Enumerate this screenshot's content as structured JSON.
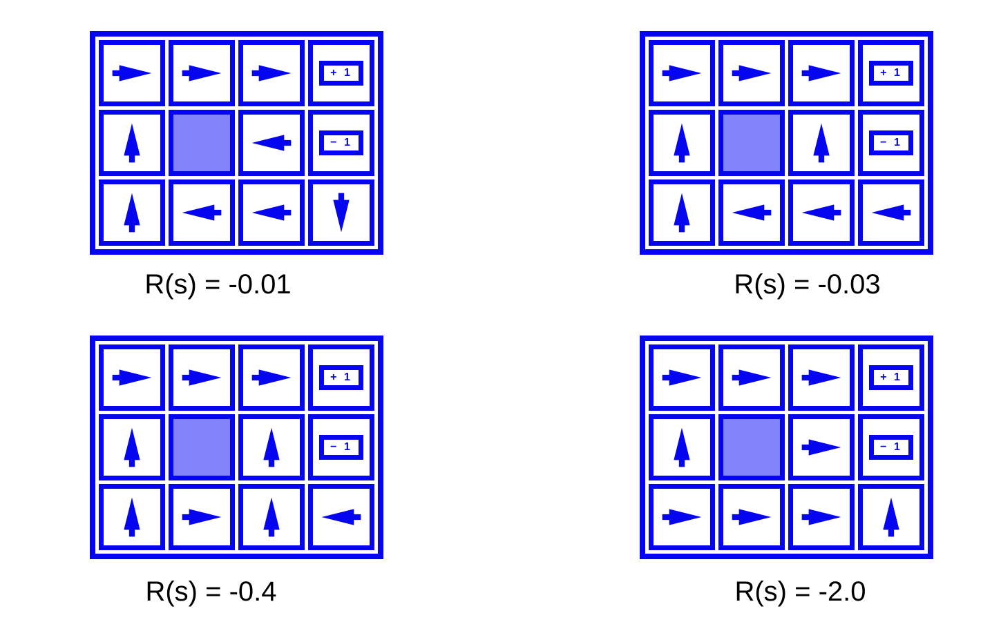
{
  "colors": {
    "blue": "#0505f0",
    "blocked_fill": "#8282fa",
    "label_text": "#000000",
    "background": "#ffffff"
  },
  "terminal": {
    "plus_label": "+ 1",
    "minus_label": "− 1"
  },
  "grids": [
    {
      "label": "R(s) = -0.01",
      "cells": [
        [
          "right",
          "right",
          "right",
          "+1"
        ],
        [
          "up",
          "blocked",
          "left",
          "-1"
        ],
        [
          "up",
          "left",
          "left",
          "down"
        ]
      ]
    },
    {
      "label": "R(s) = -0.03",
      "cells": [
        [
          "right",
          "right",
          "right",
          "+1"
        ],
        [
          "up",
          "blocked",
          "up",
          "-1"
        ],
        [
          "up",
          "left",
          "left",
          "left"
        ]
      ]
    },
    {
      "label": "R(s) = -0.4",
      "cells": [
        [
          "right",
          "right",
          "right",
          "+1"
        ],
        [
          "up",
          "blocked",
          "up",
          "-1"
        ],
        [
          "up",
          "right",
          "up",
          "left"
        ]
      ]
    },
    {
      "label": "R(s) = -2.0",
      "cells": [
        [
          "right",
          "right",
          "right",
          "+1"
        ],
        [
          "up",
          "blocked",
          "right",
          "-1"
        ],
        [
          "right",
          "right",
          "right",
          "up"
        ]
      ]
    }
  ]
}
